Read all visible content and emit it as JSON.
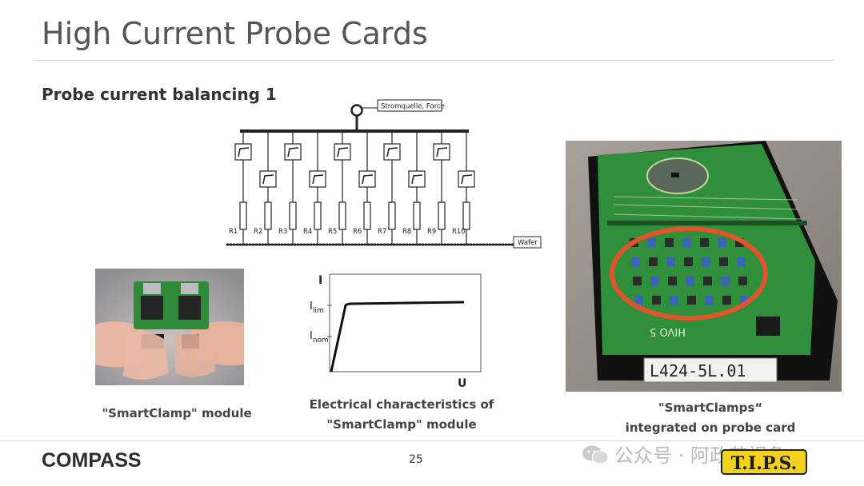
{
  "slide": {
    "title": "High Current Probe Cards",
    "subtitle": "Probe current balancing 1",
    "page_number": "25",
    "logo": "COMPASS"
  },
  "diagram": {
    "source_label": "Stromquelle, Force",
    "wafer_label": "Wafer",
    "resistors": [
      "R1",
      "R2",
      "R3",
      "R4",
      "R5",
      "R6",
      "R7",
      "R8",
      "R9",
      "R10"
    ]
  },
  "iv_chart": {
    "y_axis": "I",
    "x_axis": "U",
    "lim_main": "I",
    "lim_sub": "lim",
    "nom_main": "I",
    "nom_sub": "nom"
  },
  "captions": {
    "module": "\"SmartClamp\" module",
    "characteristics_1": "Electrical characteristics of",
    "characteristics_2": "\"SmartClamp\" module",
    "probe_card_1": "\"SmartClamps“",
    "probe_card_2": "integrated on probe card"
  },
  "photo_text": {
    "board_label": "L424-5L.01",
    "board_print": "HIVO 5",
    "tips_logo": "T.I.P.S."
  },
  "watermark": {
    "text": "公众号 · 阿政芯视角"
  },
  "colors": {
    "title": "#555555",
    "circle": "#e0552b",
    "pcb": "#2f8f3a",
    "wm": "#b9b9b9"
  }
}
